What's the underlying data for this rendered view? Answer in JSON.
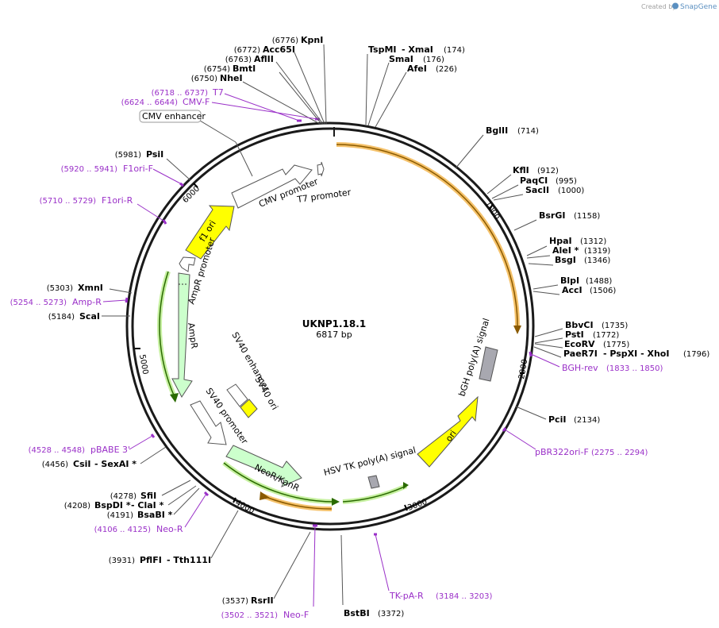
{
  "credit": {
    "prefix": "Created by",
    "brand": "SnapGene"
  },
  "plasmid": {
    "name": "UKNP1.18.1",
    "length_label": "6817 bp"
  },
  "ticks": [
    "1000",
    "2000",
    "3000",
    "4000",
    "5000",
    "6000"
  ],
  "restriction_sites": [
    {
      "name": "KpnI",
      "pos": "(6776)"
    },
    {
      "name": "Acc65I",
      "pos": "(6772)"
    },
    {
      "name": "AflII",
      "pos": "(6763)"
    },
    {
      "name": "BmtI",
      "pos": "(6754)"
    },
    {
      "name": "NheI",
      "pos": "(6750)"
    },
    {
      "name": "TspMI",
      "suffix": "-  XmaI",
      "pos": "(174)"
    },
    {
      "name": "SmaI",
      "pos": "(176)"
    },
    {
      "name": "AfeI",
      "pos": "(226)"
    },
    {
      "name": "BglII",
      "pos": "(714)"
    },
    {
      "name": "KflI",
      "pos": "(912)"
    },
    {
      "name": "PaqCI",
      "pos": "(995)"
    },
    {
      "name": "SacII",
      "pos": "(1000)"
    },
    {
      "name": "BsrGI",
      "pos": "(1158)"
    },
    {
      "name": "HpaI",
      "pos": "(1312)"
    },
    {
      "name": "AleI *",
      "pos": "(1319)"
    },
    {
      "name": "BsgI",
      "pos": "(1346)"
    },
    {
      "name": "BlpI",
      "pos": "(1488)"
    },
    {
      "name": "AccI",
      "pos": "(1506)"
    },
    {
      "name": "BbvCI",
      "pos": "(1735)"
    },
    {
      "name": "PstI",
      "pos": "(1772)"
    },
    {
      "name": "EcoRV",
      "pos": "(1775)"
    },
    {
      "name": "PaeR7I",
      "suffix": "-  PspXI   -  XhoI",
      "pos": "(1796)"
    },
    {
      "name": "PciI",
      "pos": "(2134)"
    },
    {
      "name": "BstBI",
      "pos": "(3372)"
    },
    {
      "name": "RsrII",
      "pos": "(3537)"
    },
    {
      "name": "PflFI",
      "suffix": "-  Tth111I",
      "pos": "(3931)"
    },
    {
      "name": "BsaBI  *",
      "pos": "(4191)"
    },
    {
      "name": "BspDI *",
      "suffix": "-  ClaI *",
      "pos": "(4208)"
    },
    {
      "name": "SfiI",
      "pos": "(4278)"
    },
    {
      "name": "CsiI",
      "suffix": "-  SexAI  *",
      "pos": "(4456)"
    },
    {
      "name": "ScaI",
      "pos": "(5184)"
    },
    {
      "name": "XmnI",
      "pos": "(5303)"
    },
    {
      "name": "PsiI",
      "pos": "(5981)"
    }
  ],
  "primers": [
    {
      "name": "T7",
      "pos": "(6718 .. 6737)"
    },
    {
      "name": "CMV-F",
      "pos": "(6624 .. 6644)"
    },
    {
      "name": "F1ori-F",
      "pos": "(5920 .. 5941)"
    },
    {
      "name": "F1ori-R",
      "pos": "(5710 .. 5729)"
    },
    {
      "name": "Amp-R",
      "pos": "(5254 .. 5273)"
    },
    {
      "name": "pBABE 3'",
      "pos": "(4528 .. 4548)"
    },
    {
      "name": "Neo-R",
      "pos": "(4106 .. 4125)"
    },
    {
      "name": "Neo-F",
      "pos": "(3502 .. 3521)"
    },
    {
      "name": "TK-pA-R",
      "pos": "(3184 .. 3203)"
    },
    {
      "name": "pBR322ori-F",
      "pos": "(2275 .. 2294)"
    },
    {
      "name": "BGH-rev",
      "pos": "(1833 .. 1850)"
    }
  ],
  "features": {
    "cmv_enhancer": "CMV enhancer",
    "cmv_promoter": "CMV promoter",
    "t7_promoter": "T7 promoter",
    "f1_ori": "f1 ori",
    "ampr_promoter": "AmpR promoter",
    "ampr": "AmpR",
    "sv40_enhancer": "SV40 enhancer",
    "sv40_ori": "SV40 ori",
    "sv40_promoter": "SV40 promoter",
    "neor": "NeoR/KanR",
    "hsv_tk": "HSV TK poly(A) signal",
    "ori": "ori",
    "bgh": "bGH poly(A) signal"
  },
  "colors": {
    "backbone": "#1a1a1a",
    "primer": "#9a30c8",
    "ori_yellow": "#ffff00",
    "cds_green": "#ccffcc",
    "polyA_gray": "#a8a8b0",
    "orf_orange": "#f5a623"
  }
}
